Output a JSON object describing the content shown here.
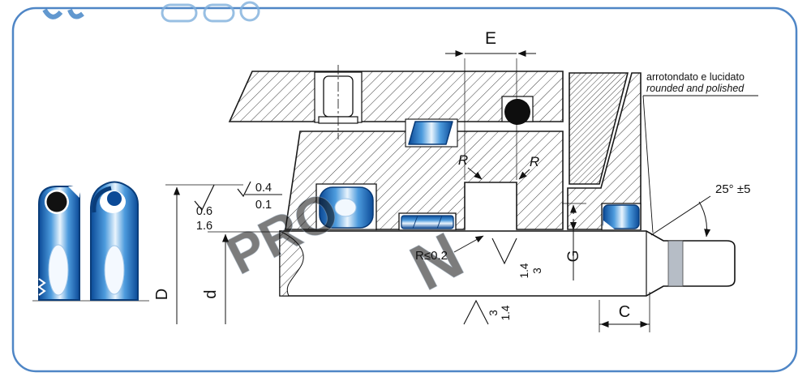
{
  "drawing": {
    "dims": {
      "E": "E",
      "D": "D",
      "d": "d",
      "G": "G",
      "C": "C",
      "angle": "25° ±5",
      "radius_left": "R",
      "radius_right": "R",
      "radius_max": "R≤0.2"
    },
    "roughness": {
      "left_top": "0.6",
      "left_bottom": "1.6",
      "mid_top": "0.4",
      "mid_bottom": "0.1",
      "groove_upper_a": "1.4",
      "groove_upper_b": "3",
      "groove_lower_a": "3",
      "groove_lower_b": "1.4"
    },
    "note": {
      "line1": "arrotondato e lucidato",
      "line2": "rounded and polished"
    }
  },
  "watermark": {
    "a": "PRO",
    "b": "N"
  },
  "colors": {
    "frame_border": "#4f86c6",
    "seal_dark": "#0b4a97",
    "seal_mid": "#4d9bdd",
    "seal_light": "#e9f4fd",
    "ink": "#111111",
    "ground_band": "#b6bdc6"
  }
}
